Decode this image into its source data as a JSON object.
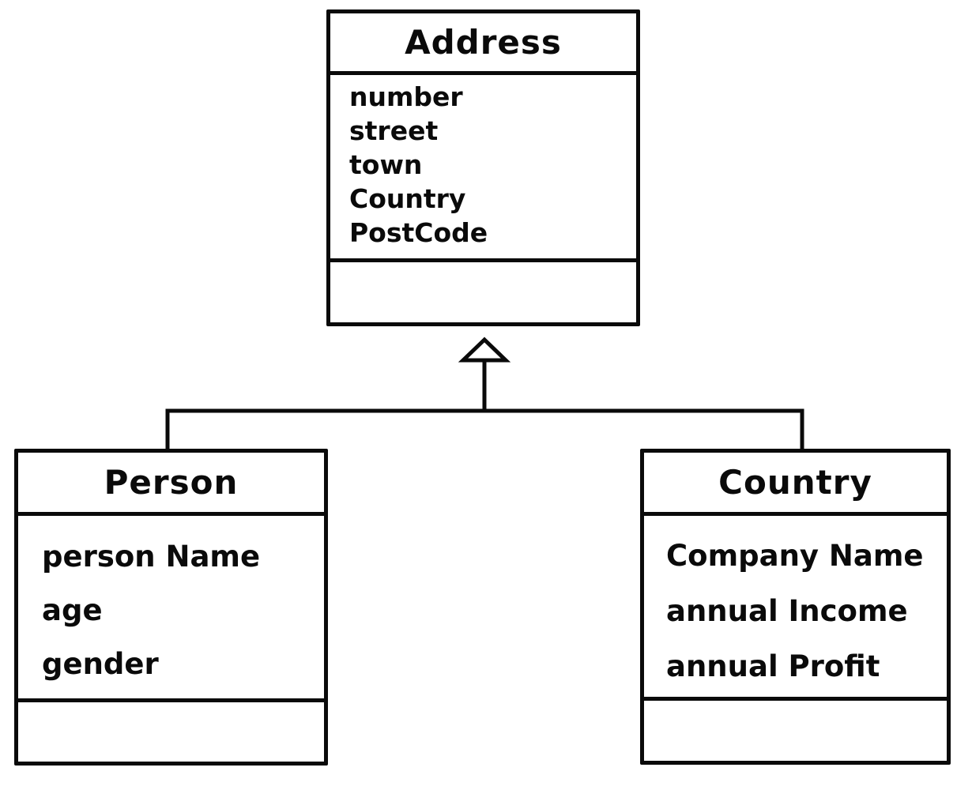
{
  "diagram": {
    "kind": "uml-class-diagram",
    "relationship": "generalization",
    "stroke_color": "#0a0a0a",
    "background_color": "#ffffff"
  },
  "classes": {
    "address": {
      "name": "Address",
      "attributes": [
        "number",
        "street",
        "town",
        "Country",
        "PostCode"
      ],
      "methods": []
    },
    "person": {
      "name": "Person",
      "attributes": [
        "person Name",
        "age",
        "gender"
      ],
      "methods": []
    },
    "country": {
      "name": "Country",
      "attributes": [
        "Company Name",
        "annual Income",
        "annual Profit"
      ],
      "methods": []
    }
  }
}
